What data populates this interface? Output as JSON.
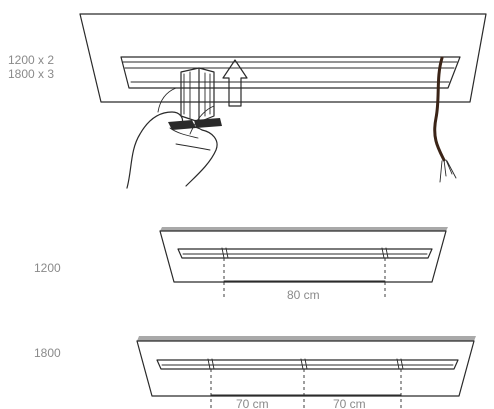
{
  "labels": {
    "top_sizes_line1": "1200 x 2",
    "top_sizes_line2": "1800 x 3",
    "panel_1200": "1200",
    "panel_1800": "1800"
  },
  "dimensions": {
    "spacing_1200": "80 cm",
    "spacing_1800_left": "70 cm",
    "spacing_1800_right": "70 cm"
  },
  "colors": {
    "line": "#2a2a2a",
    "text": "#8a8a8a",
    "panel_top": "#a9a9a9",
    "cable": "#3b2417"
  }
}
